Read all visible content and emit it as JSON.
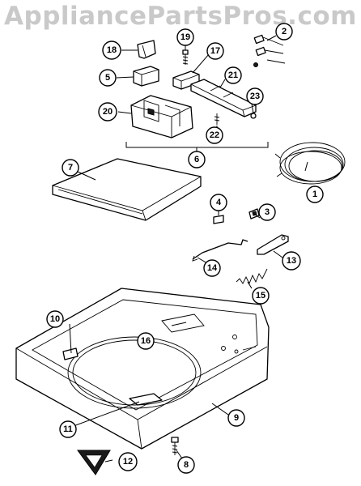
{
  "watermark": "AppliancePartsPros.com",
  "callouts": [
    {
      "id": "1",
      "label": "1"
    },
    {
      "id": "2",
      "label": "2"
    },
    {
      "id": "3",
      "label": "3"
    },
    {
      "id": "4",
      "label": "4"
    },
    {
      "id": "5",
      "label": "5"
    },
    {
      "id": "6",
      "label": "6"
    },
    {
      "id": "7",
      "label": "7"
    },
    {
      "id": "8",
      "label": "8"
    },
    {
      "id": "9",
      "label": "9"
    },
    {
      "id": "10",
      "label": "10"
    },
    {
      "id": "11",
      "label": "11"
    },
    {
      "id": "12",
      "label": "12"
    },
    {
      "id": "13",
      "label": "13"
    },
    {
      "id": "14",
      "label": "14"
    },
    {
      "id": "15",
      "label": "15"
    },
    {
      "id": "16",
      "label": "16"
    },
    {
      "id": "17",
      "label": "17"
    },
    {
      "id": "18",
      "label": "18"
    },
    {
      "id": "19",
      "label": "19"
    },
    {
      "id": "20",
      "label": "20"
    },
    {
      "id": "21",
      "label": "21"
    },
    {
      "id": "22",
      "label": "22"
    },
    {
      "id": "23",
      "label": "23"
    }
  ]
}
